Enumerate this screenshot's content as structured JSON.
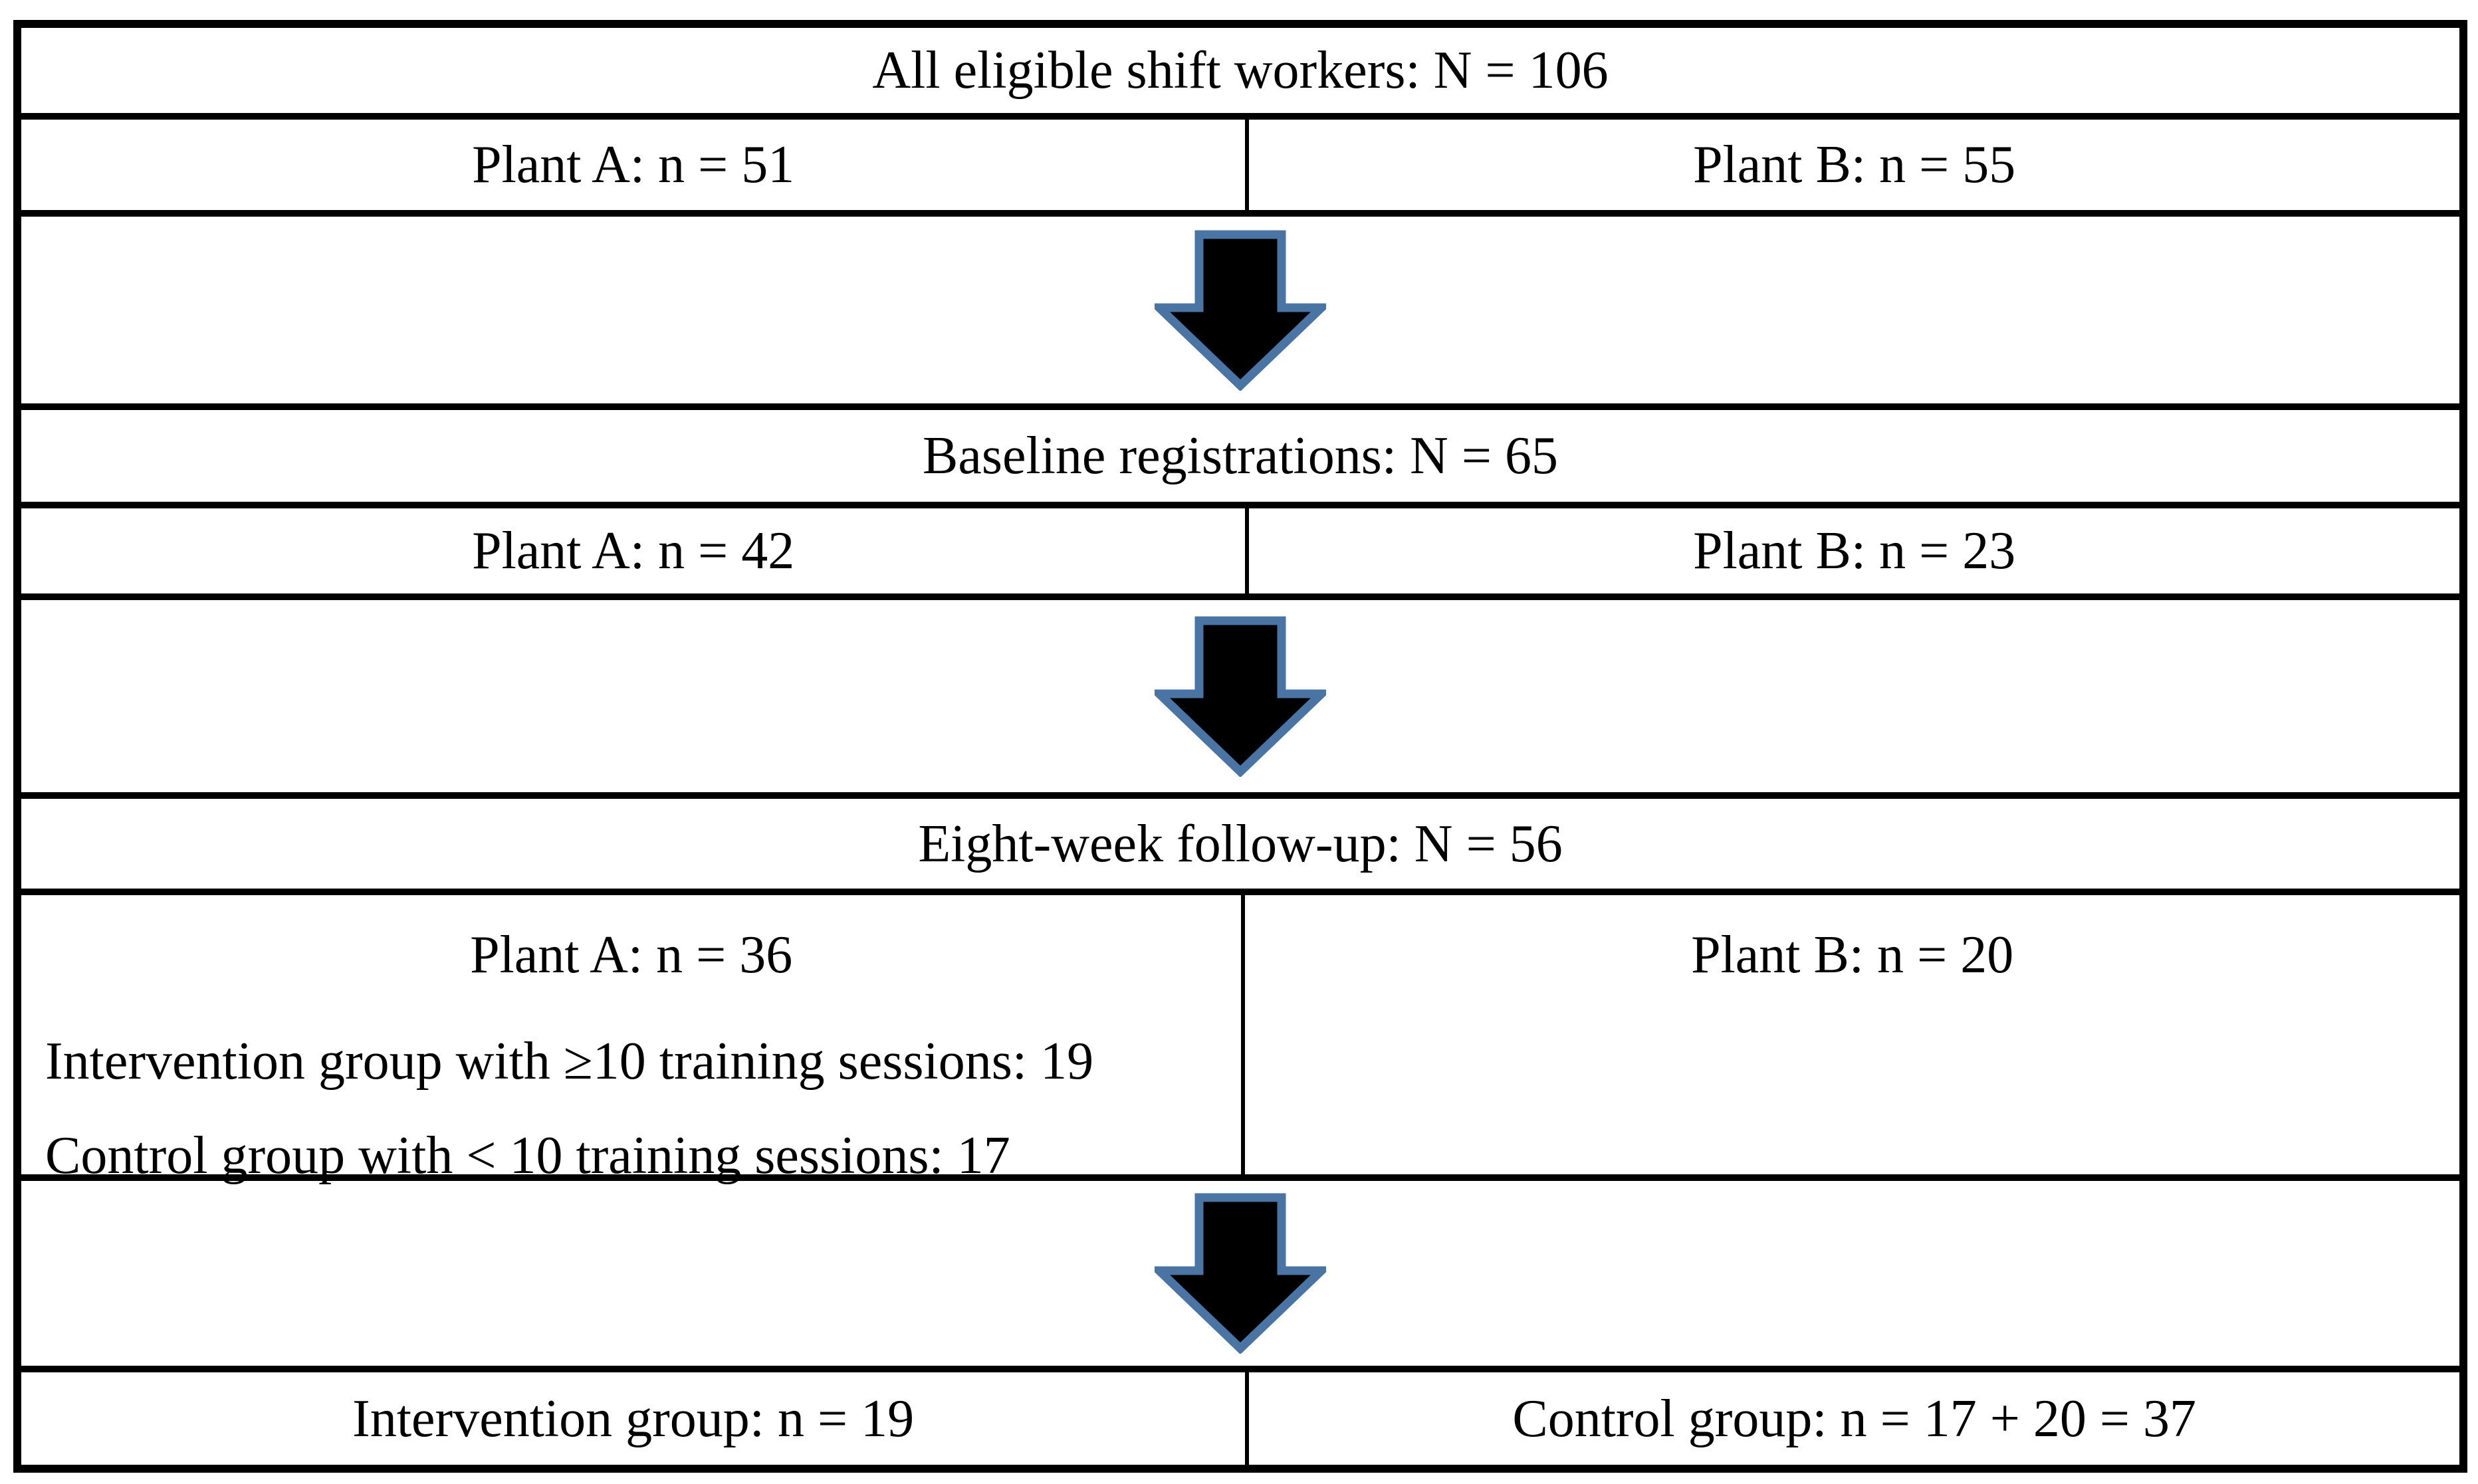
{
  "figure": {
    "type": "participant-flow-diagram",
    "step_eligible": {
      "title": "All eligible shift workers: N = 106",
      "plant_a": "Plant A: n = 51",
      "plant_b": "Plant B: n = 55"
    },
    "step_baseline": {
      "title": "Baseline registrations: N = 65",
      "plant_a": "Plant A: n = 42",
      "plant_b": "Plant B: n = 23"
    },
    "step_followup": {
      "title": "Eight-week follow-up: N = 56",
      "plant_a": "Plant A: n = 36",
      "plant_a_intervention": "Intervention group with ≥10 training sessions: 19",
      "plant_a_control": "Control group with < 10 training sessions: 17",
      "plant_b": "Plant B: n = 20"
    },
    "step_final": {
      "intervention": "Intervention group: n = 19",
      "control": "Control group: n = 17 + 20 = 37"
    },
    "arrow_icon": "down-block-arrow"
  },
  "colors": {
    "background": "#ffffff",
    "border": "#000000",
    "text": "#000000",
    "arrow_fill": "#000000",
    "arrow_outline": "#4a74a4"
  }
}
